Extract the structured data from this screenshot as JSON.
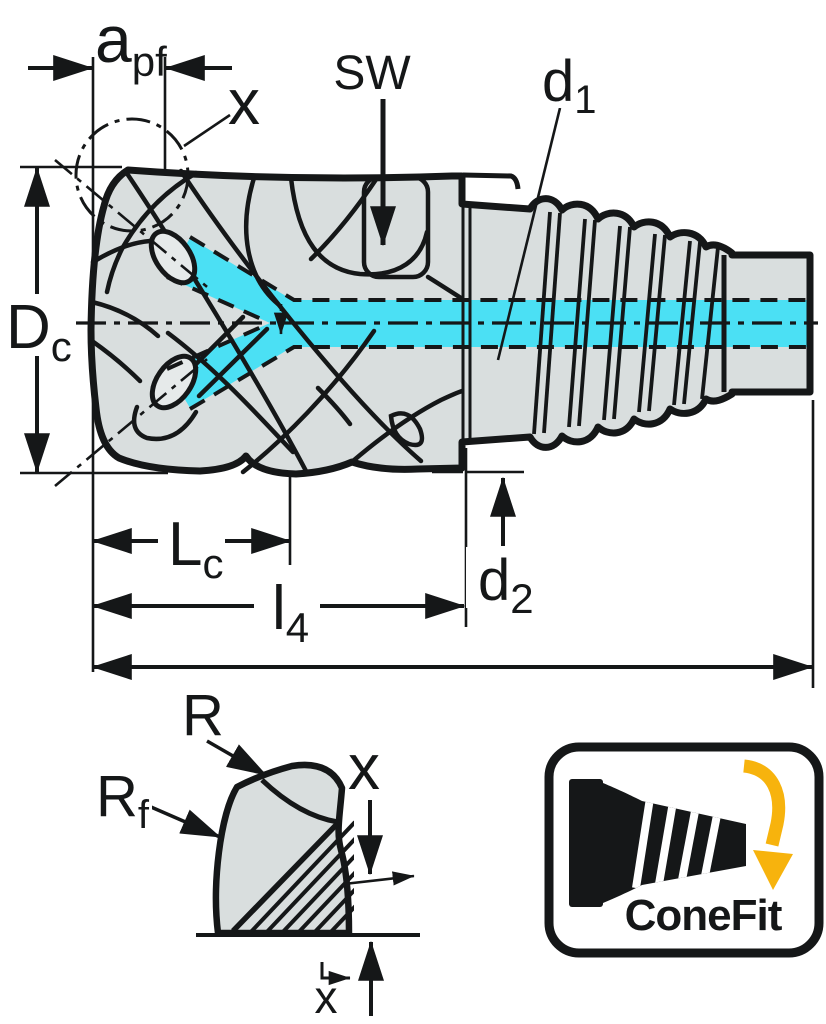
{
  "drawing": {
    "description": "technical-drawing-conefit-milling-head",
    "labels": {
      "apf": {
        "base": "a",
        "sub": "pf"
      },
      "x_top": "x",
      "sw": "SW",
      "d1": {
        "base": "d",
        "sub": "1"
      },
      "dc": {
        "base": "D",
        "sub": "c"
      },
      "lc": {
        "base": "L",
        "sub": "c"
      },
      "l4": {
        "base": "l",
        "sub": "4"
      },
      "d2": {
        "base": "d",
        "sub": "2"
      },
      "r": "R",
      "rf": {
        "base": "R",
        "sub": "f"
      },
      "x_detail": "x",
      "x_small": "x"
    },
    "colors": {
      "coolant": "#4BE0F4",
      "body": "#D9DEDE",
      "hole": "#E6EAEA",
      "line": "#151718",
      "accent_yellow": "#F7B30D"
    }
  },
  "logo": {
    "text": "ConeFit"
  }
}
